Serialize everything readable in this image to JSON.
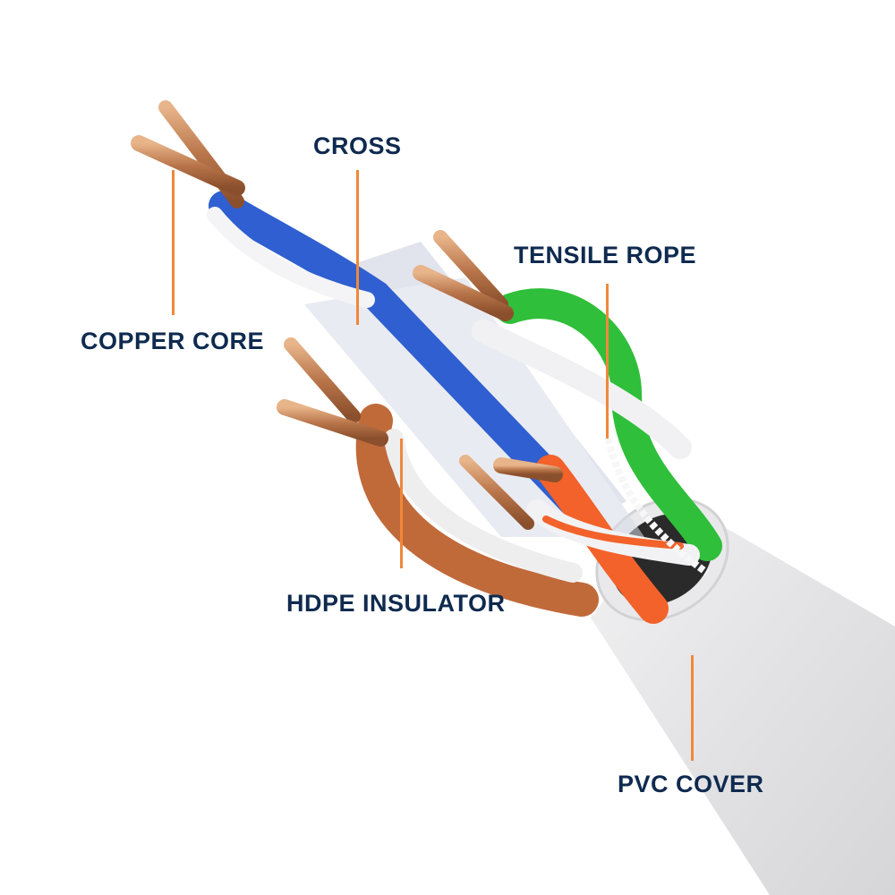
{
  "labels": {
    "copper_core": "COPPER CORE",
    "cross": "CROSS",
    "tensile_rope": "TENSILE ROPE",
    "hdpe_insulator": "HDPE INSULATOR",
    "pvc_cover": "PVC COVER"
  },
  "colors": {
    "label_text": "#0f2a4f",
    "leader_line": "#f0883a",
    "blue_pair": "#2f5fd0",
    "green_pair": "#2fbf3a",
    "orange_pair": "#f2622a",
    "brown_pair": "#c06a3a",
    "copper": "#c98a5a",
    "jacket": "#e6e6e8"
  }
}
